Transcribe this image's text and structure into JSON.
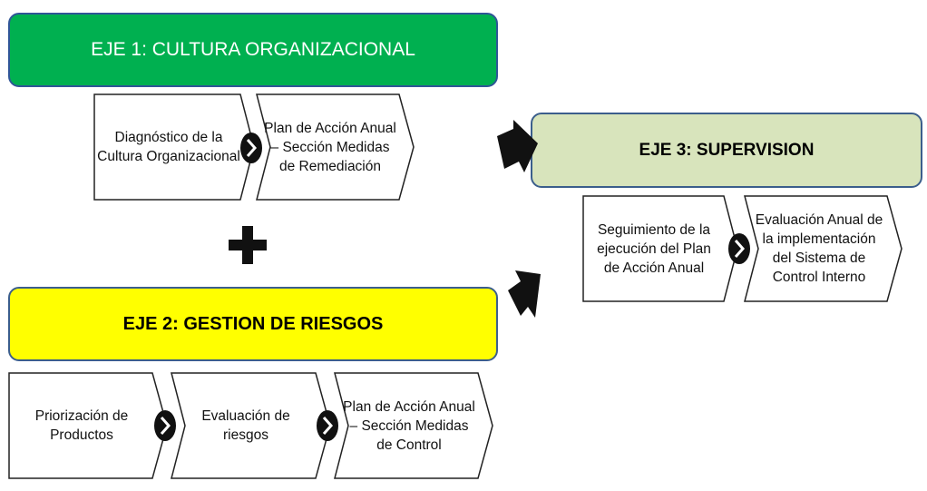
{
  "eje1": {
    "title": "EJE 1: CULTURA ORGANIZACIONAL",
    "fill": "#00b050",
    "steps": [
      "Diagnóstico de la Cultura Organizacional",
      "Plan de Acción Anual – Sección Medidas de Remediación"
    ]
  },
  "eje2": {
    "title": "EJE  2: GESTION DE RIESGOS",
    "fill": "#ffff00",
    "steps": [
      "Priorización de Productos",
      "Evaluación de riesgos",
      "Plan de Acción Anual – Sección Medidas de Control"
    ]
  },
  "eje3": {
    "title": "EJE  3: SUPERVISION",
    "fill": "#d8e4bc",
    "steps": [
      "Seguimiento de la ejecución del Plan de Acción Anual",
      "Evaluación Anual de la implementación del Sistema de Control Interno"
    ]
  },
  "icons": {
    "plus": "plus-icon",
    "arrow": "arrow-icon",
    "chevron": "chevron-right-icon"
  }
}
